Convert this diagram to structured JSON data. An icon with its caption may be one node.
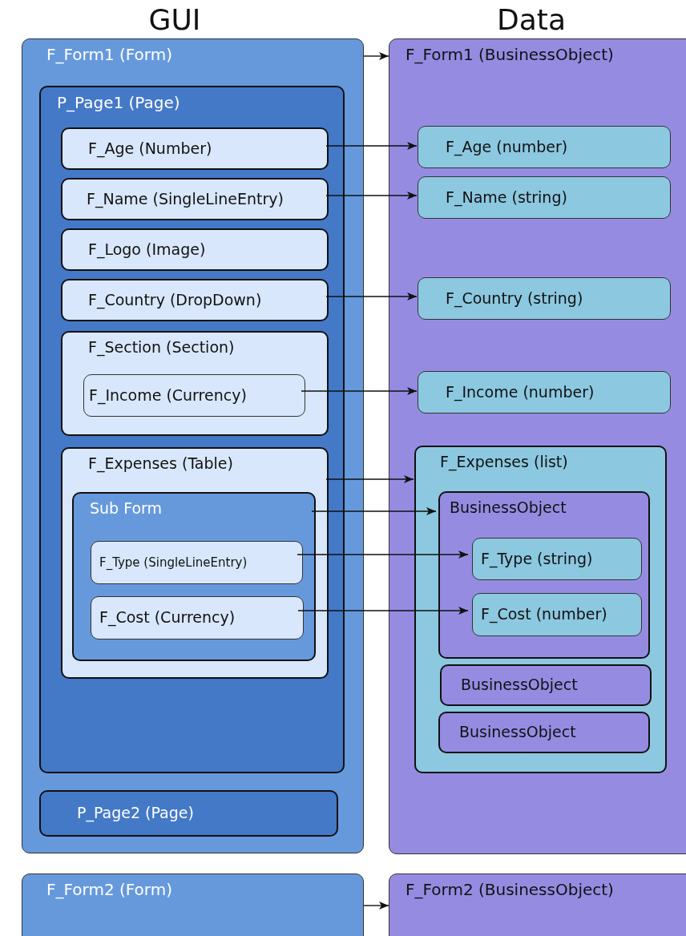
{
  "diagram": {
    "nodes": [
      {
        "text": [
          "F_Form1 (Form)"
        ]
      },
      {
        "text": [
          "P_Page1 (Page)"
        ],
        "in": 0
      },
      {
        "text": [
          "F_Age (Number)"
        ],
        "in": 1
      },
      {
        "text": [
          "F_Name (SingleLineEntry)"
        ],
        "in": 1
      },
      {
        "text": [
          "F_Logo (Image)"
        ],
        "in": 1
      },
      {
        "text": [
          "F_Country (DropDown)"
        ],
        "in": 1
      },
      {
        "text": [
          "F_Section (Section)"
        ],
        "in": 1
      },
      {
        "text": [
          "F_Income (Currency)"
        ],
        "in": 6
      },
      {
        "text": [
          "F_Expenses (Table)"
        ],
        "in": 1
      },
      {
        "text": [
          "Sub Form"
        ],
        "in": 8
      },
      {
        "text": [
          "F_Type (SingleLineEntry)"
        ],
        "in": 9
      },
      {
        "text": [
          "F_Cost (Currency)"
        ],
        "in": 9
      },
      {
        "text": [
          "P_Page2 (Page)"
        ],
        "in": 0
      },
      {
        "text": [
          "F_Form1 (BusinessObject)"
        ]
      },
      {
        "text": [
          "F_Age (number)"
        ],
        "in": 13
      },
      {
        "text": [
          "F_Name (string)"
        ],
        "in": 13
      },
      {
        "text": [
          "F_Country (string)"
        ],
        "in": 13
      },
      {
        "text": [
          "F_Income (number)"
        ],
        "in": 13
      },
      {
        "text": [
          "F_Expenses (list)"
        ],
        "in": 13
      },
      {
        "text": [
          "BusinessObject"
        ],
        "in": 18
      },
      {
        "text": [
          "F_Type (string)"
        ],
        "in": 19
      },
      {
        "text": [
          "F_Cost (number)"
        ],
        "in": 19
      },
      {
        "text": [
          "BusinessObject"
        ],
        "in": 18
      },
      {
        "text": [
          "BusinessObject"
        ],
        "in": 18
      },
      {
        "text": [
          "F_Form2 (Form)"
        ]
      },
      {
        "text": [
          "F_Form2 (BusinessObject)"
        ]
      }
    ],
    "edges": [
      {
        "from": 0,
        "to": 13,
        "arrow": "to"
      },
      {
        "from": 2,
        "to": 14,
        "arrow": "to"
      },
      {
        "from": 3,
        "to": 15,
        "arrow": "to"
      },
      {
        "from": 5,
        "to": 16,
        "arrow": "to"
      },
      {
        "from": 7,
        "to": 17,
        "arrow": "to"
      },
      {
        "from": 8,
        "to": 18,
        "arrow": "to"
      },
      {
        "from": 9,
        "to": 19,
        "arrow": "to"
      },
      {
        "from": 10,
        "to": 20,
        "arrow": "to"
      },
      {
        "from": 11,
        "to": 21,
        "arrow": "to"
      },
      {
        "from": 24,
        "to": 25,
        "arrow": "to"
      }
    ],
    "labels": [
      "GUI",
      "Data"
    ]
  }
}
